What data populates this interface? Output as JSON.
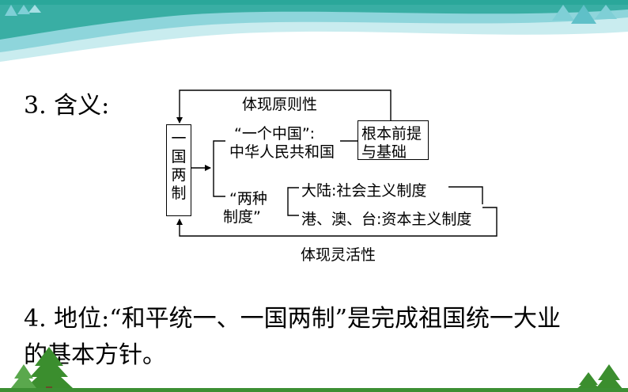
{
  "section3": {
    "label": "3. 含义:"
  },
  "diagram": {
    "root": "一国两制",
    "loop_top": "体现原则性",
    "loop_bottom": "体现灵活性",
    "one_china_line1": "“一个中国”:",
    "one_china_line2": "中华人民共和国",
    "foundation_line1": "根本前提",
    "foundation_line2": "与基础",
    "two_systems_line1": "“两种",
    "two_systems_line2": "制度”",
    "mainland": "大陆:社会主义制度",
    "hk_macao_taiwan": "港、澳、台:资本主义制度"
  },
  "section4": {
    "line1": "4. 地位:“和平统一、一国两制”是完成祖国统一大业",
    "line2": "的基本方针。"
  },
  "colors": {
    "banner_teal": "#2aa79a",
    "banner_light": "#bfe8ec",
    "footer_green": "#3c8f33",
    "tree_green": "#3b8e2e"
  }
}
